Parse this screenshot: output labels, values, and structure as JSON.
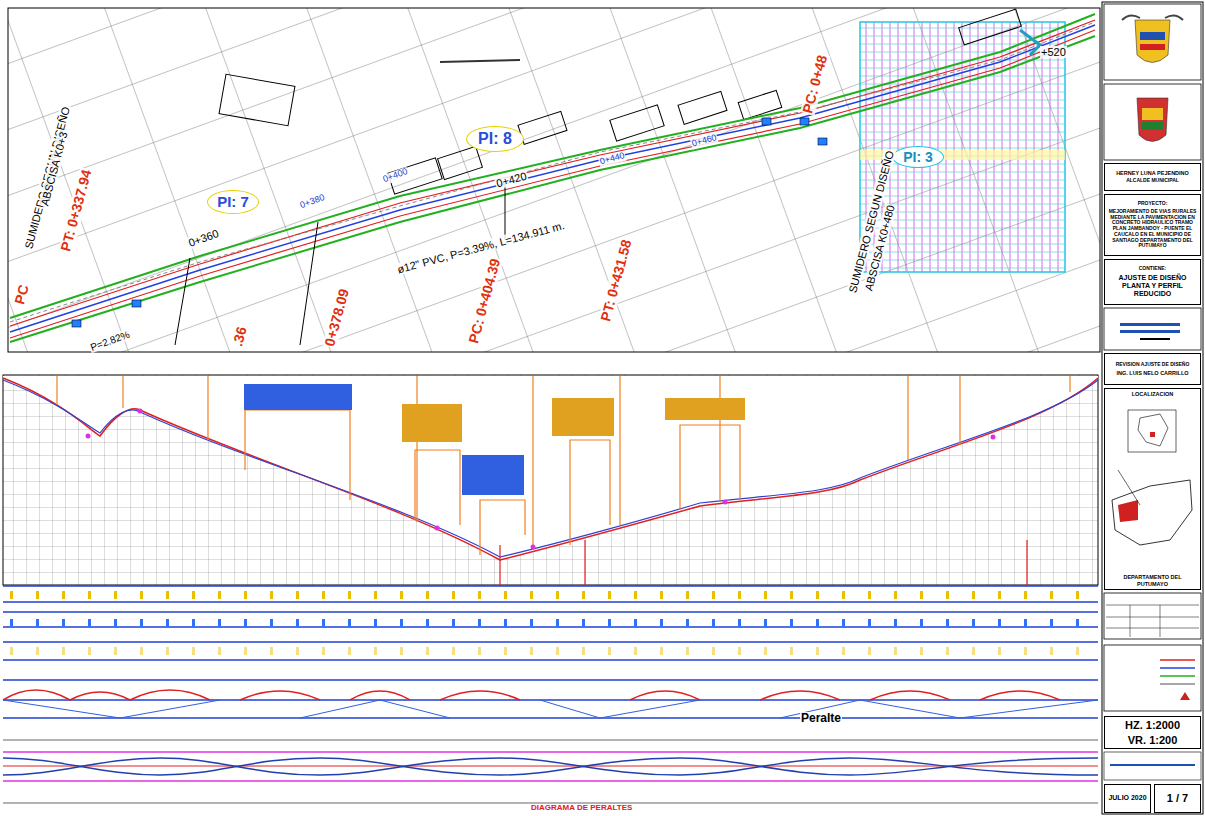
{
  "diagram": {
    "nodes": [
      {
        "text": [
          "PI: 7"
        ]
      },
      {
        "text": [
          "PI: 8"
        ]
      },
      {
        "text": [
          "PI: 3"
        ]
      },
      {
        "text": [
          "HERNEY LUNA PEJENDINO",
          "ALCALDE MUNICIPAL"
        ]
      },
      {
        "text": [
          "PROYECTO:",
          "MEJORAMIENTO DE VIAS RURALES MEDIANTE LA PAVIMENTACION EN CONCRETO HIDRAULICO TRAMO PLAN JAMBANDOY - PUENTE EL CAUCALO EN EL MUNICIPIO DE SANTIAGO DEPARTAMENTO DEL PUTUMAYO"
        ]
      },
      {
        "text": [
          "CONTIENE:",
          "AJUSTE DE DISEÑO PLANTA Y PERFIL REDUCIDO"
        ]
      },
      {
        "text": [
          "REVISION AJUSTE DE DISEÑO",
          "ING. LUIS NELO CARRILLO"
        ]
      },
      {
        "text": [
          "LOCALIZACION",
          "DEPARTAMENTO DEL PUTUMAYO"
        ]
      },
      {
        "text": [
          "HZ. 1:2000",
          "VR. 1:200"
        ]
      },
      {
        "text": [
          "JULIO 2020"
        ]
      },
      {
        "text": [
          "1 / 7"
        ]
      }
    ],
    "labels": [
      "PC",
      "SUMIDERO SEGUN DISEÑO",
      "ABSCISA K0+3",
      "PT: 0+337.94",
      "P=2.82%",
      "0+360",
      ".36",
      "0+380",
      "0+378.09",
      "0+400",
      "ø12\" PVC, P=3.39%, L=134.911 m.",
      "0+420",
      "PC: 0+404.39",
      "0+440",
      "PT: 0+431.58",
      "0+460",
      "PC: 0+48",
      "SUMIDERO SEGUN DISEÑO",
      "ABSCISA K0+480",
      "+520",
      "Peralte",
      "DIAGRAMA DE PERALTES"
    ]
  }
}
